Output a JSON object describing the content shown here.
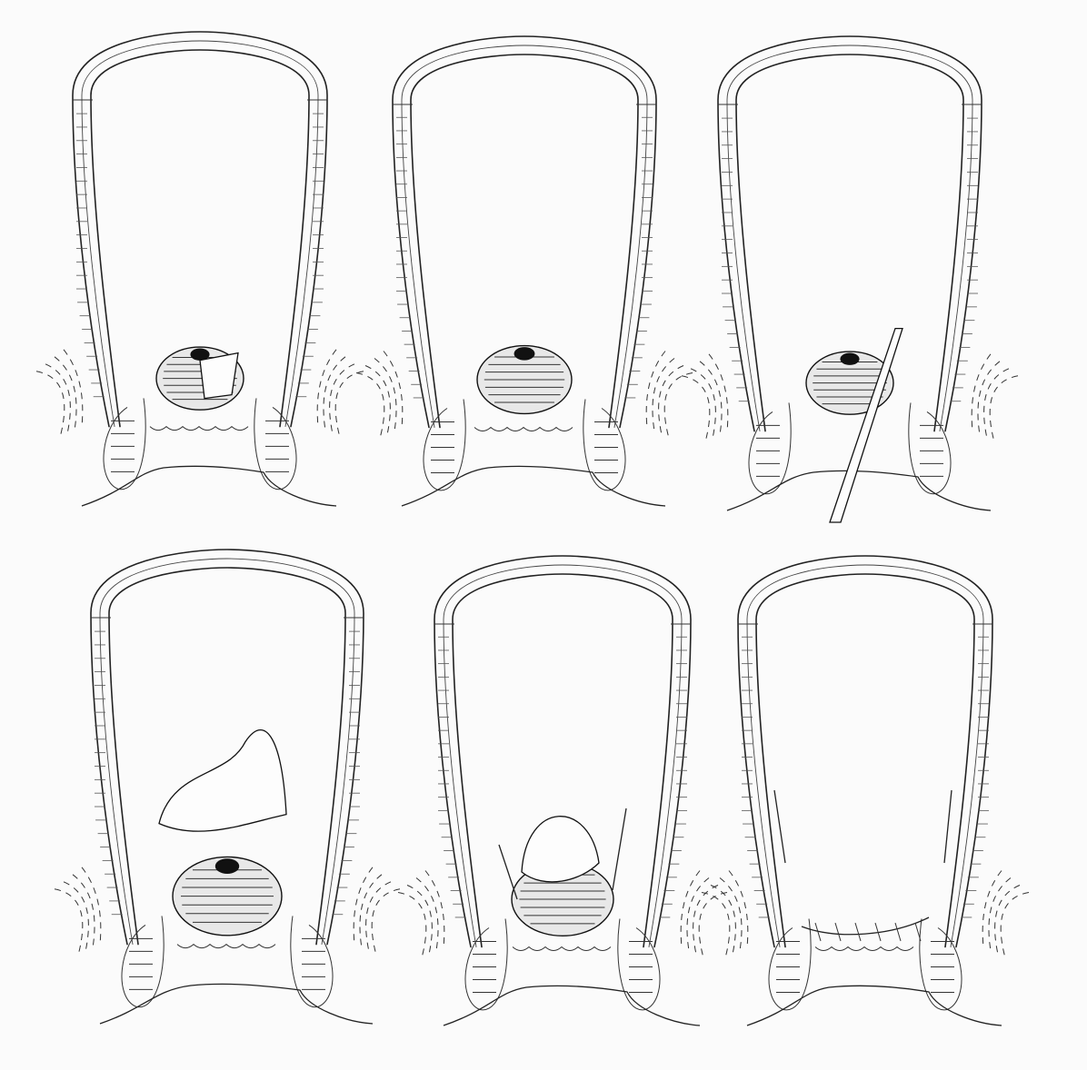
{
  "figure": {
    "layout": {
      "rows": 2,
      "columns": 3
    },
    "panels": [
      {
        "id": "panel-1",
        "stage": "tumor-with-partial-flap"
      },
      {
        "id": "panel-2",
        "stage": "tumor-in-situ"
      },
      {
        "id": "panel-3",
        "stage": "instrument-inserted"
      },
      {
        "id": "panel-4",
        "stage": "mucosal-flap-raised"
      },
      {
        "id": "panel-5",
        "stage": "tumor-excision"
      },
      {
        "id": "panel-6",
        "stage": "sutured-closure"
      }
    ],
    "colors": {
      "background": "#fbfbfb",
      "ink": "#222222",
      "tumor_fill": "#e8e8e8",
      "dark_mass": "#111111"
    }
  }
}
